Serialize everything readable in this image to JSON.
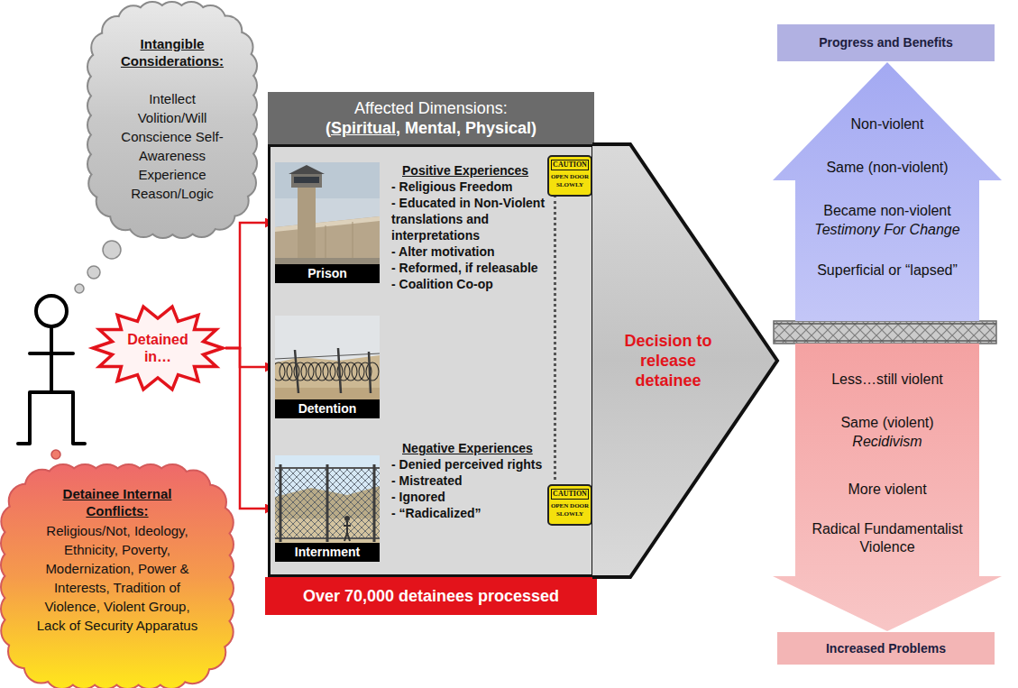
{
  "diagram": {
    "nodes": [
      {
        "text": [
          "Intangible Considerations:",
          "Intellect Volition/Will Conscience Self-Awareness Experience Reason/Logic"
        ]
      },
      {
        "text": [
          "Detainee Internal Conflicts:",
          "Religious/Not, Ideology, Ethnicity, Poverty, Modernization, Power & Interests, Tradition of Violence, Violent Group, Lack of Security Apparatus"
        ]
      },
      {
        "text": [
          "Detained in…"
        ]
      },
      {
        "text": [
          "Affected Dimensions: (Spiritual, Mental, Physical)",
          "Over 70,000 detainees processed"
        ]
      },
      {
        "text": [
          "Prison"
        ],
        "in": 3
      },
      {
        "text": [
          "Detention"
        ],
        "in": 3
      },
      {
        "text": [
          "Internment"
        ],
        "in": 3
      },
      {
        "text": [
          "CAUTION",
          "OPEN DOOR SLOWLY"
        ],
        "in": 3
      },
      {
        "text": [
          "CAUTION",
          "OPEN DOOR SLOWLY"
        ],
        "in": 3
      },
      {
        "text": [
          "Decision to release detainee"
        ]
      },
      {
        "text": [
          "Progress and Benefits"
        ]
      },
      {
        "text": [
          "Non-violent",
          "Same (non-violent)",
          "Became non-violent",
          "Testimony For Change",
          "Superficial or “lapsed”"
        ]
      },
      {
        "text": [
          "Less…still violent",
          "Same (violent)",
          "Recidivism",
          "More violent",
          "Radical Fundamentalist Violence"
        ]
      },
      {
        "text": [
          "Increased Problems"
        ]
      }
    ],
    "edges": [
      {
        "from": 2,
        "to": 4,
        "arrow": "to"
      },
      {
        "from": 2,
        "to": 5,
        "arrow": "to"
      },
      {
        "from": 2,
        "to": 6,
        "arrow": "to"
      }
    ],
    "labels": [
      "Positive Experiences",
      "- Religious Freedom",
      "- Educated in Non-Violent translations and interpretations",
      "- Alter motivation",
      "- Reformed, if releasable",
      "- Coalition Co-op",
      "Negative Experiences",
      "- Denied perceived rights",
      "- Mistreated",
      "- Ignored",
      "- “Radicalized”"
    ]
  }
}
